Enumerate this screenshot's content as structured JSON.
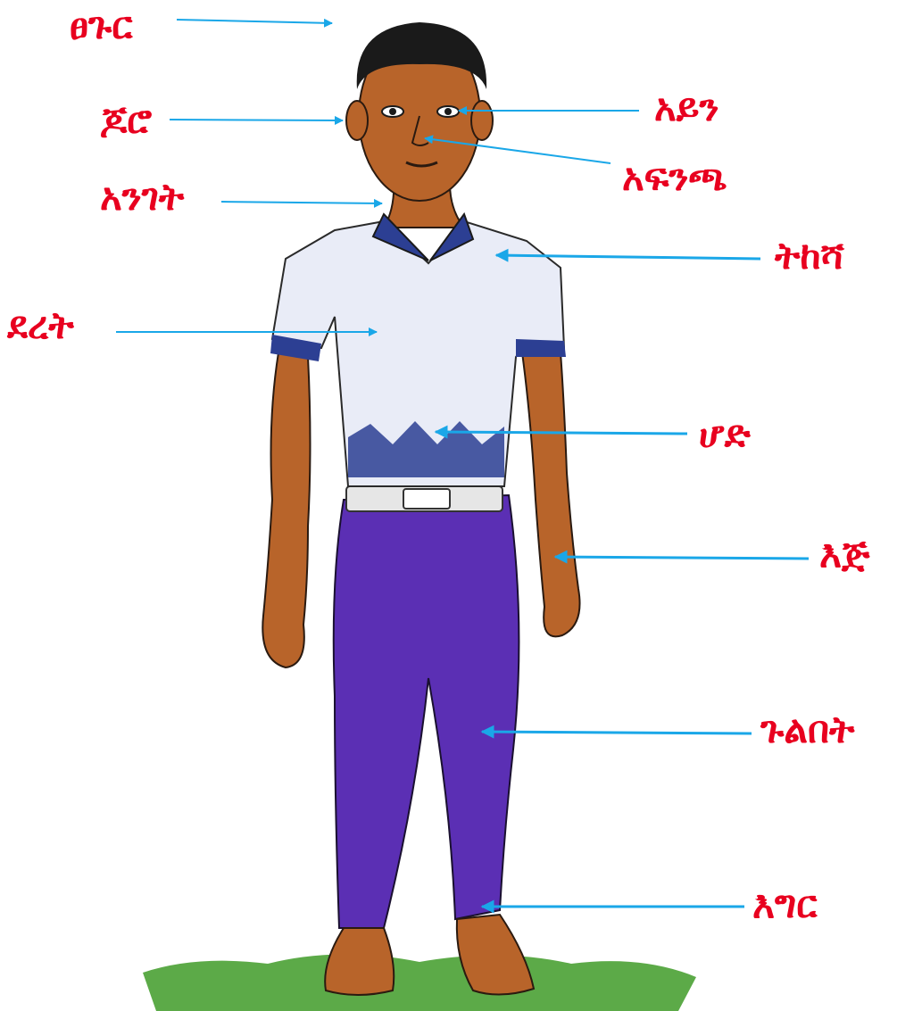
{
  "colors": {
    "label": "#e8001f",
    "arrow": "#1aa7e8",
    "skin": "#b8642a",
    "hair": "#1a1a1a",
    "shirt": "#e9ecf7",
    "shirt_trim": "#2c3f93",
    "trousers": "#5b2fb4",
    "grass": "#3f9b28"
  },
  "labels": {
    "hair": "ፀጉር",
    "ear": "ጆሮ",
    "neck": "አንገት",
    "chest": "ደረት",
    "eye": "አይን",
    "nose": "አፍንጫ",
    "shirt": "ትከሻ",
    "belly": "ሆድ",
    "hand": "እጅ",
    "trousers": "ጉልበት",
    "foot": "እግር"
  }
}
